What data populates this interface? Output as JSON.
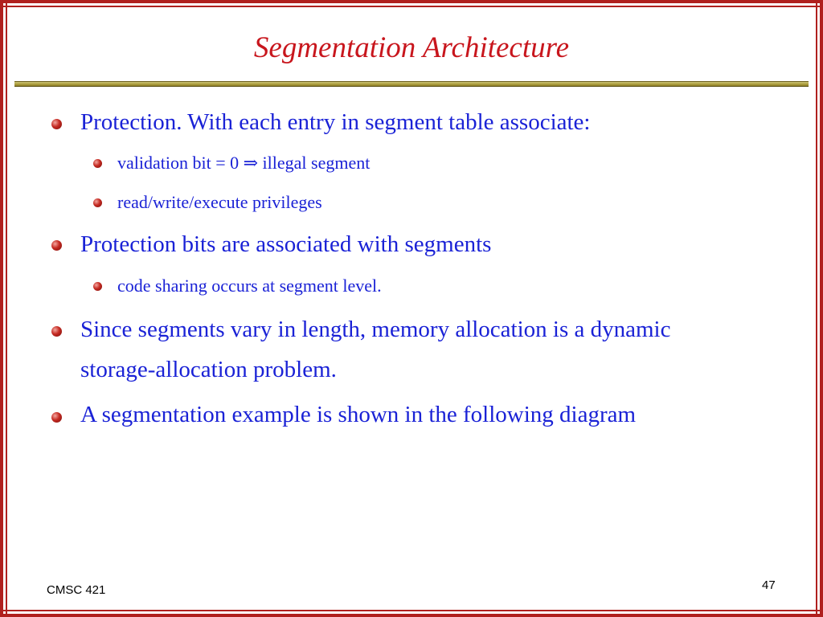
{
  "slide": {
    "title": "Segmentation Architecture",
    "bullets": [
      {
        "text": "Protection.  With each entry in segment table associate:"
      },
      {
        "text": "validation bit = 0 ⇒ illegal segment"
      },
      {
        "text": "read/write/execute privileges"
      },
      {
        "text": "Protection bits are associated with segments"
      },
      {
        "text": "code sharing occurs at segment level."
      },
      {
        "text": "Since segments vary in length, memory allocation is a dynamic"
      },
      {
        "text": "storage-allocation problem."
      },
      {
        "text": "A segmentation example is shown in the following diagram"
      }
    ],
    "footer_left": "CMSC 421",
    "page_number": "47"
  },
  "colors": {
    "title": "#c8161d",
    "body_text": "#1a22d6",
    "frame": "#b0201e",
    "rule": "#b7a94a",
    "bullet": "#c52a22"
  },
  "icons": {
    "bullet": "red-sphere-bullet-icon"
  }
}
